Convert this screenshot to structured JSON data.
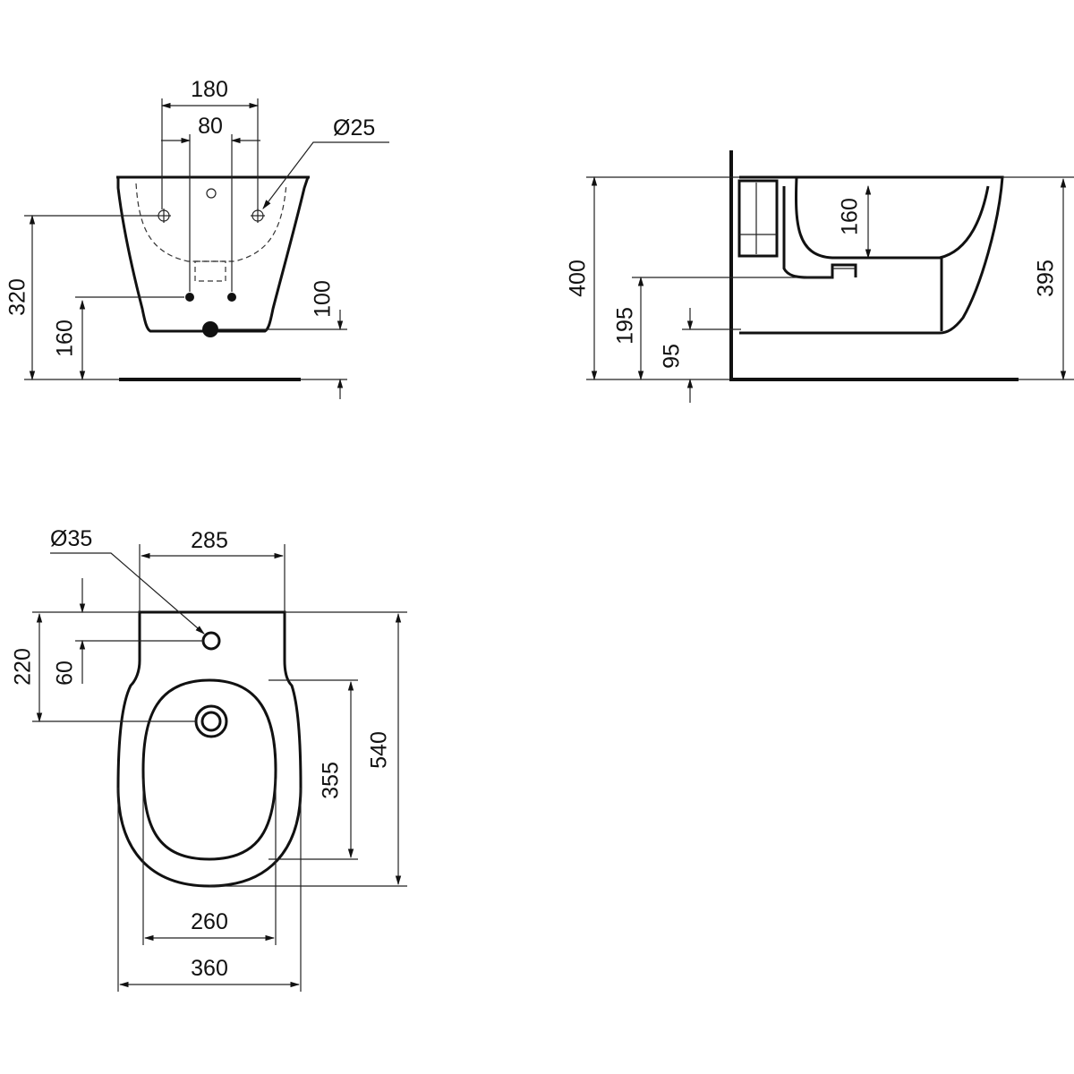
{
  "front_view": {
    "dim_outer_tap_span": "180",
    "dim_inner_tap_span": "80",
    "dim_tap_hole_diameter": "Ø25",
    "dim_rim_height": "320",
    "dim_supply_height": "160",
    "dim_waste_height": "100"
  },
  "side_view": {
    "dim_total_height": "400",
    "dim_bowl_depth": "160",
    "dim_rim_to_floor": "395",
    "dim_outlet_height": "195",
    "dim_waste_height": "95"
  },
  "top_view": {
    "dim_tap_hole_diameter": "Ø35",
    "dim_back_width": "285",
    "dim_tap_offset": "220",
    "dim_tap_to_wall": "60",
    "dim_bowl_length": "355",
    "dim_total_depth": "540",
    "dim_bowl_width": "260",
    "dim_total_width": "360"
  }
}
